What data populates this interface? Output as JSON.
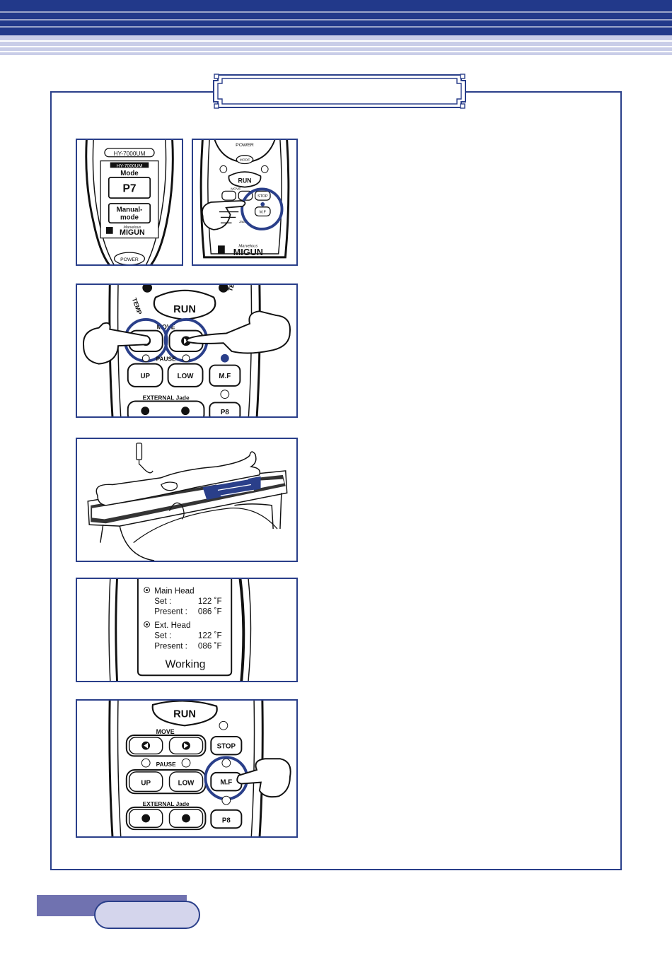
{
  "header": {
    "colors": {
      "navy": "#22398a",
      "lavender": "#c9cde8",
      "stripe": "#ffffff"
    }
  },
  "title_plate": {
    "text": ""
  },
  "colors": {
    "accent": "#2a3f8a",
    "frame": "#2a3f8a",
    "footer_tab": "#7072b0",
    "footer_pill": "#d4d5ec"
  },
  "panels": {
    "remote_display": {
      "model": "HY-7000UM",
      "model_badge": "HY-7000UM",
      "mode_label": "Mode",
      "program": "P7",
      "manual_line1": "Manual-",
      "manual_line2": "mode",
      "brand_small": "Marvelous",
      "brand": "MIGUN",
      "power": "POWER"
    },
    "remote_mf": {
      "power": "POWER",
      "mode": "MODE",
      "run": "RUN",
      "move": "MOVE",
      "stop": "STOP",
      "mf": "M.F",
      "jade": "Jade",
      "brand_small": "Marvelous",
      "brand": "MIGUN"
    },
    "remote_move": {
      "temp_left": "TEMP",
      "temp_right": "TEMP",
      "run": "RUN",
      "move": "MOVE",
      "pause": "PAUSE",
      "up": "UP",
      "low": "LOW",
      "mf": "M.F",
      "external": "EXTERNAL Jade",
      "p8": "P8"
    },
    "lcd": {
      "main_head": "Main Head",
      "set_label": "Set  :",
      "set_value": "122 ˚F",
      "present_label": "Present :",
      "present_value": "086 ˚F",
      "ext_head": "Ext. Head",
      "ext_set_label": "Set  :",
      "ext_set_value": "122 ˚F",
      "ext_present_label": "Present :",
      "ext_present_value": "086 ˚F",
      "status": "Working"
    },
    "remote_mf2": {
      "run": "RUN",
      "move": "MOVE",
      "stop": "STOP",
      "pause": "PAUSE",
      "up": "UP",
      "low": "LOW",
      "mf": "M.F",
      "external": "EXTERNAL Jade",
      "p8": "P8"
    }
  },
  "footer": {
    "label": ""
  }
}
